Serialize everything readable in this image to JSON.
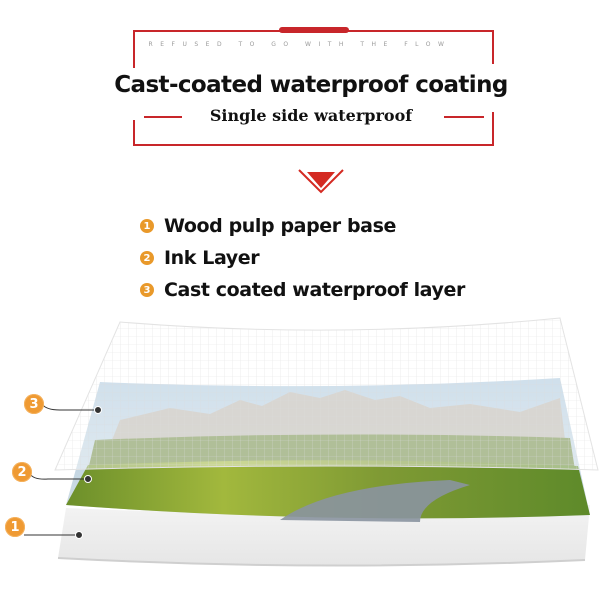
{
  "header": {
    "tagline": "REFUSED TO GO WITH THE FLOW",
    "title": "Cast-coated waterproof coating",
    "subtitle": "Single side waterproof",
    "frame_color": "#c8262a"
  },
  "arrow": {
    "icon": "chevron-down-icon",
    "color": "#d42a22"
  },
  "layers": [
    {
      "number": "1",
      "label": "Wood pulp paper base"
    },
    {
      "number": "2",
      "label": "Ink Layer"
    },
    {
      "number": "3",
      "label": "Cast coated waterproof layer"
    }
  ],
  "diagram": {
    "callouts": [
      {
        "number": "3",
        "target": "Cast coated waterproof layer"
      },
      {
        "number": "2",
        "target": "Ink Layer"
      },
      {
        "number": "1",
        "target": "Wood pulp paper base"
      }
    ],
    "badge_color": "#ef9a33"
  }
}
